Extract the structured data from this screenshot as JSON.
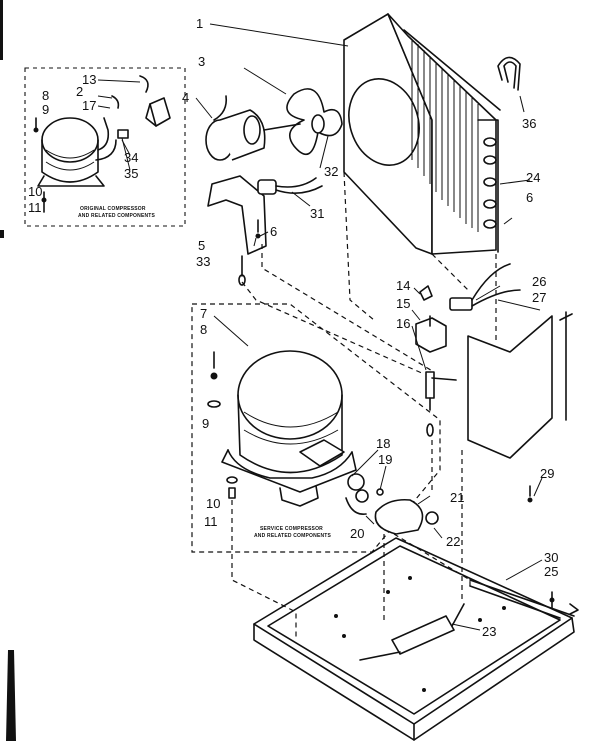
{
  "callouts": [
    "1",
    "2",
    "3",
    "4",
    "5",
    "6",
    "6",
    "7",
    "8",
    "8",
    "9",
    "9",
    "10",
    "10",
    "11",
    "11",
    "13",
    "14",
    "15",
    "16",
    "17",
    "18",
    "19",
    "20",
    "21",
    "22",
    "23",
    "24",
    "25",
    "26",
    "27",
    "29",
    "30",
    "31",
    "32",
    "33",
    "34",
    "35",
    "36"
  ],
  "captions": {
    "original_line1": "ORIGINAL COMPRESSOR",
    "original_line2": "AND RELATED COMPONENTS",
    "service_line1": "SERVICE COMPRESSOR",
    "service_line2": "AND RELATED COMPONENTS"
  },
  "colors": {
    "ink": "#111111",
    "paper": "#ffffff"
  }
}
